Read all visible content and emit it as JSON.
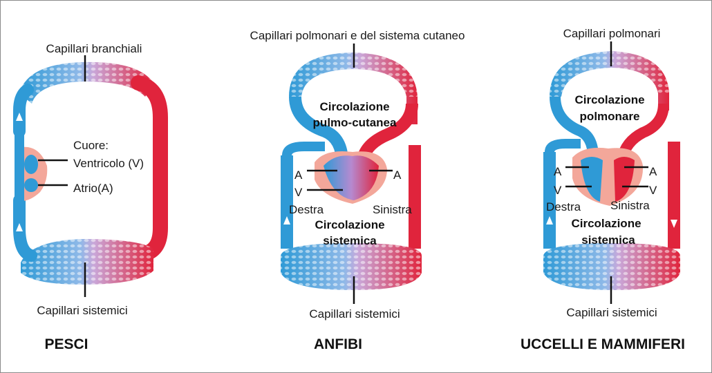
{
  "colors": {
    "oxygenated": "#e0243c",
    "deoxygenated": "#2f9ad6",
    "mixed": "#b59bd6",
    "heart": "#f3a79a",
    "capillary_bg": "#ffffff"
  },
  "pesci": {
    "title": "PESCI",
    "top_label": "Capillari branchiali",
    "bottom_label": "Capillari sistemici",
    "heart_label": "Cuore:",
    "ventricle_label": "Ventricolo (V)",
    "atrium_label": "Atrio(A)"
  },
  "anfibi": {
    "title": "ANFIBI",
    "top_label": "Capillari polmonari e del sistema cutaneo",
    "bottom_label": "Capillari sistemici",
    "upper_circ_1": "Circolazione",
    "upper_circ_2": "pulmo-cutanea",
    "lower_circ_1": "Circolazione",
    "lower_circ_2": "sistemica",
    "a_left": "A",
    "a_right": "A",
    "v_left": "V",
    "right_side": "Destra",
    "left_side": "Sinistra"
  },
  "uccelli": {
    "title": "UCCELLI E MAMMIFERI",
    "top_label": "Capillari polmonari",
    "bottom_label": "Capillari sistemici",
    "upper_circ_1": "Circolazione",
    "upper_circ_2": "polmonare",
    "lower_circ_1": "Circolazione",
    "lower_circ_2": "sistemica",
    "a_left": "A",
    "a_right": "A",
    "v_left": "V",
    "v_right": "V",
    "right_side": "Destra",
    "left_side": "Sinistra"
  }
}
